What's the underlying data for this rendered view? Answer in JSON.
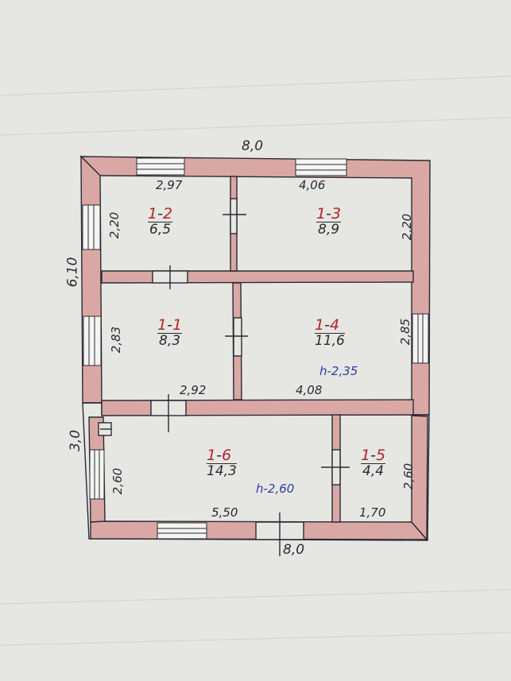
{
  "colors": {
    "paper": "#e6e6e3",
    "wall_fill": "#d9a8a5",
    "ink": "#2a2a33",
    "red_ink": "#b3262b",
    "blue_ink": "#2e3f9c"
  },
  "plan": {
    "overall_width_top": "8,0",
    "overall_width_bottom": "8,0",
    "overall_depth_upper": "6,10",
    "overall_depth_lower": "3,0",
    "rooms": [
      {
        "id_prefix": "1",
        "id_suffix": "2",
        "area": "6,5"
      },
      {
        "id_prefix": "1",
        "id_suffix": "3",
        "area": "8,9"
      },
      {
        "id_prefix": "1",
        "id_suffix": "1",
        "area": "8,3"
      },
      {
        "id_prefix": "1",
        "id_suffix": "4",
        "area": "11,6"
      },
      {
        "id_prefix": "1",
        "id_suffix": "6",
        "area": "14,3"
      },
      {
        "id_prefix": "1",
        "id_suffix": "5",
        "area": "4,4"
      }
    ],
    "dimensions": {
      "room_1_2_width": "2,97",
      "room_1_3_width": "4,06",
      "room_1_2_depth": "2,20",
      "room_1_3_depth": "2,20",
      "room_1_1_depth": "2,83",
      "room_1_4_depth": "2,85",
      "room_1_1_width": "2,92",
      "room_1_4_width": "4,08",
      "room_1_6_depth": "2,60",
      "room_1_5_depth": "2,60",
      "room_1_6_width": "5,50",
      "room_1_5_width": "1,70"
    },
    "heights": {
      "upper": "h-2,35",
      "lower": "h-2,60"
    }
  }
}
